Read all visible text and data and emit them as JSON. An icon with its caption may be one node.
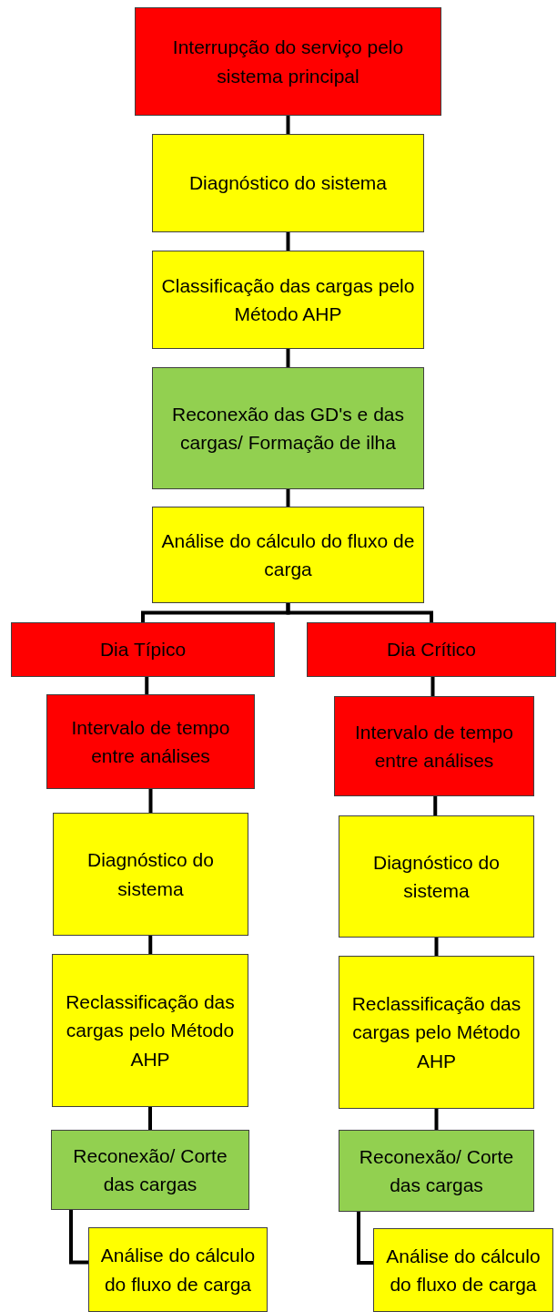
{
  "diagram": {
    "nodes": [
      {
        "text": [
          "Interrupção do serviço pelo sistema principal"
        ]
      },
      {
        "text": [
          "Diagnóstico do sistema"
        ]
      },
      {
        "text": [
          "Classificação das cargas pelo Método AHP"
        ]
      },
      {
        "text": [
          "Reconexão das GD's e das cargas/ Formação de ilha"
        ]
      },
      {
        "text": [
          "Análise do cálculo do fluxo de carga"
        ]
      },
      {
        "text": [
          "Dia Típico"
        ]
      },
      {
        "text": [
          "Dia Crítico"
        ]
      },
      {
        "text": [
          "Intervalo de tempo entre análises"
        ]
      },
      {
        "text": [
          "Intervalo de tempo entre análises"
        ]
      },
      {
        "text": [
          "Diagnóstico do sistema"
        ]
      },
      {
        "text": [
          "Diagnóstico do sistema"
        ]
      },
      {
        "text": [
          "Reclassificação das cargas pelo Método AHP"
        ]
      },
      {
        "text": [
          "Reclassificação das cargas pelo Método AHP"
        ]
      },
      {
        "text": [
          "Reconexão/ Corte das cargas"
        ]
      },
      {
        "text": [
          "Reconexão/ Corte das cargas"
        ]
      },
      {
        "text": [
          "Análise do cálculo do fluxo de carga"
        ]
      },
      {
        "text": [
          "Análise do cálculo do fluxo de carga"
        ]
      }
    ],
    "edges": [
      {
        "from": 0,
        "to": 1,
        "arrow": "none"
      },
      {
        "from": 1,
        "to": 2,
        "arrow": "none"
      },
      {
        "from": 2,
        "to": 3,
        "arrow": "none"
      },
      {
        "from": 3,
        "to": 4,
        "arrow": "none"
      },
      {
        "from": 4,
        "to": 5,
        "arrow": "none"
      },
      {
        "from": 4,
        "to": 6,
        "arrow": "none"
      },
      {
        "from": 5,
        "to": 7,
        "arrow": "none"
      },
      {
        "from": 7,
        "to": 9,
        "arrow": "none"
      },
      {
        "from": 9,
        "to": 11,
        "arrow": "none"
      },
      {
        "from": 11,
        "to": 13,
        "arrow": "none"
      },
      {
        "from": 13,
        "to": 15,
        "arrow": "none"
      },
      {
        "from": 6,
        "to": 8,
        "arrow": "none"
      },
      {
        "from": 8,
        "to": 10,
        "arrow": "none"
      },
      {
        "from": 10,
        "to": 12,
        "arrow": "none"
      },
      {
        "from": 12,
        "to": 14,
        "arrow": "none"
      },
      {
        "from": 14,
        "to": 16,
        "arrow": "none"
      }
    ]
  }
}
